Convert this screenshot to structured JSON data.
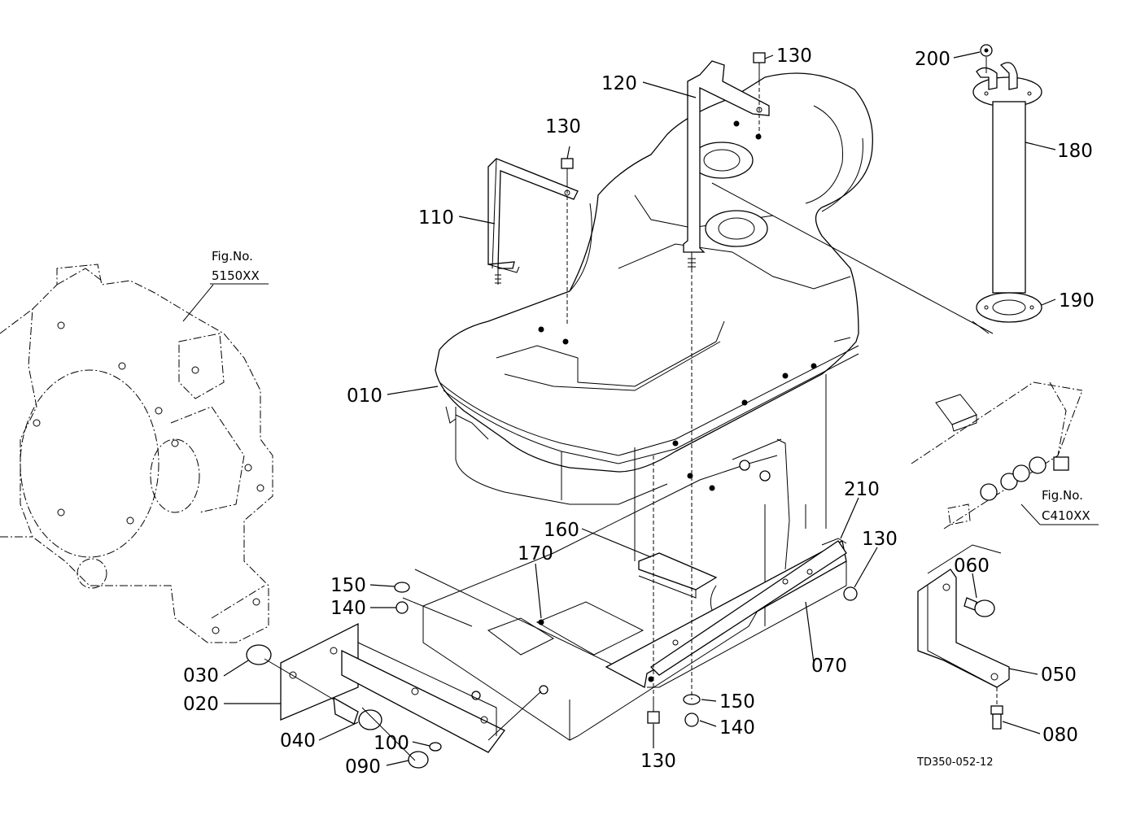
{
  "labels": {
    "p010": "010",
    "p020": "020",
    "p030": "030",
    "p040": "040",
    "p050": "050",
    "p060": "060",
    "p070": "070",
    "p080": "080",
    "p090": "090",
    "p100": "100",
    "p110": "110",
    "p120": "120",
    "p130a": "130",
    "p130b": "130",
    "p130c": "130",
    "p130d": "130",
    "p140a": "140",
    "p140b": "140",
    "p150a": "150",
    "p150b": "150",
    "p160": "160",
    "p170": "170",
    "p180": "180",
    "p190": "190",
    "p200": "200",
    "p210": "210"
  },
  "references": {
    "left_fig_label": "Fig.No.",
    "left_fig_number": "5150XX",
    "right_fig_label": "Fig.No.",
    "right_fig_number": "C410XX"
  },
  "drawing_code": "TD350-052-12"
}
